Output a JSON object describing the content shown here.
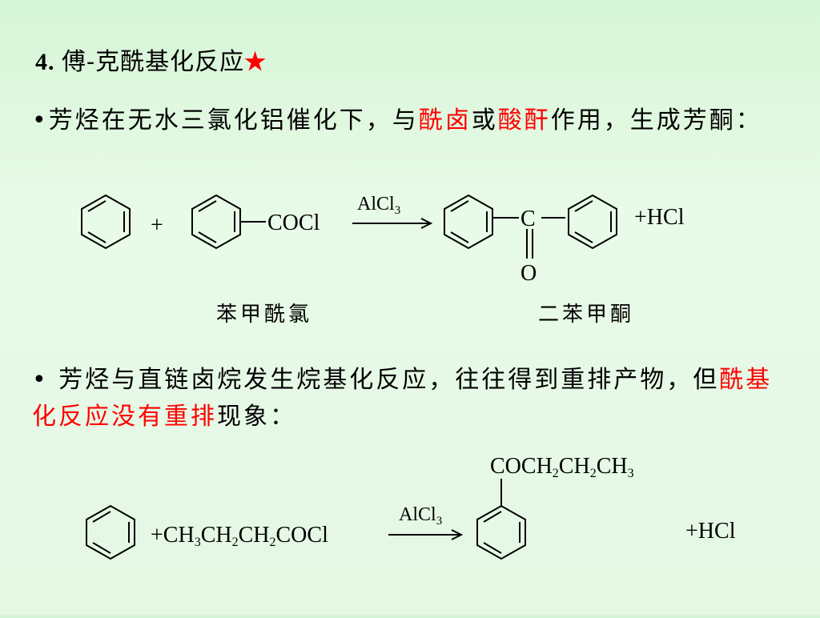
{
  "title": {
    "number": "4.",
    "text": "傅-克酰基化反应",
    "star": "★"
  },
  "para1": {
    "bullet": "•",
    "part1": "芳烃在无水三氯化铝催化下，与",
    "red1": "酰卤",
    "part2": "或",
    "red2": "酸酐",
    "part3": "作用，生成芳酮："
  },
  "reaction1": {
    "plus": "+",
    "reagent": "COCl",
    "catalyst_main": "AlCl",
    "catalyst_sub": "3",
    "carbonyl_c": "C",
    "carbonyl_o": "O",
    "byproduct": "+HCl",
    "label_reagent": "苯甲酰氯",
    "label_product": "二苯甲酮"
  },
  "para2": {
    "bullet": "•",
    "part1": " 芳烃与直链卤烷发生烷基化反应，往往得到重排产物，但",
    "red": "酰基化反应没有重排",
    "part2": "现象："
  },
  "reaction2": {
    "reagent_parts": [
      "+CH",
      "3",
      "CH",
      "2",
      "CH",
      "2",
      "COCl"
    ],
    "catalyst_main": "AlCl",
    "catalyst_sub": "3",
    "product_parts": [
      "COCH",
      "2",
      "CH",
      "2",
      "CH",
      "3"
    ],
    "byproduct": "+HCl"
  },
  "colors": {
    "accent_red": "#ff0000",
    "background": "#e0f8e0"
  }
}
